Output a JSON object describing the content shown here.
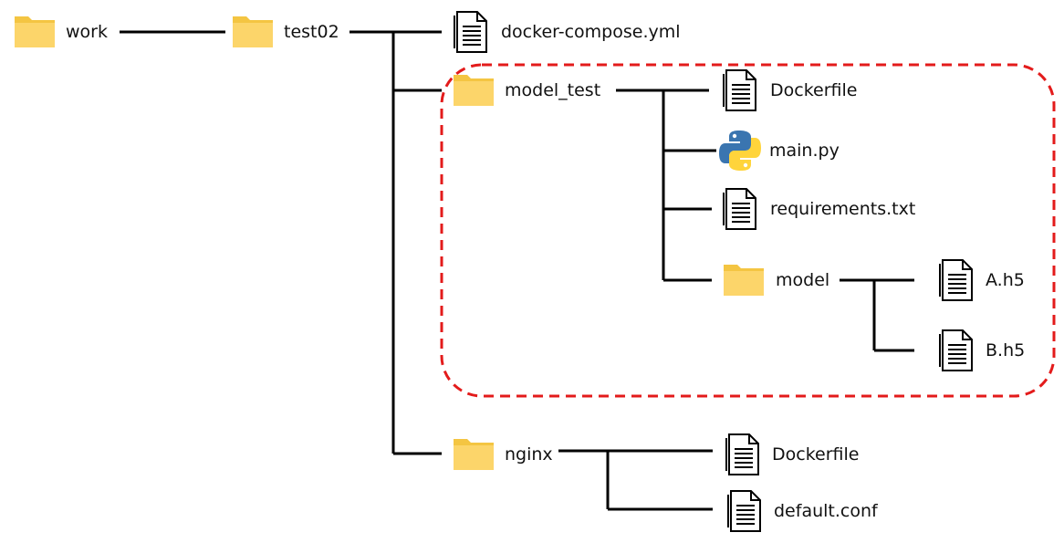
{
  "colors": {
    "line": "#000000",
    "highlight_border": "#e31b1b",
    "folder_back": "#f4c542",
    "folder_front": "#fcd56a",
    "python_blue": "#3a75b0",
    "python_yellow": "#ffd43b"
  },
  "tree": {
    "work": {
      "label": "work",
      "icon": "folder-icon"
    },
    "test02": {
      "label": "test02",
      "icon": "folder-icon"
    },
    "docker_compose": {
      "label": "docker-compose.yml",
      "icon": "file-icon"
    },
    "model_test": {
      "label": "model_test",
      "icon": "folder-icon"
    },
    "model_test_dockerfile": {
      "label": "Dockerfile",
      "icon": "file-icon"
    },
    "main_py": {
      "label": "main.py",
      "icon": "python-icon"
    },
    "requirements": {
      "label": "requirements.txt",
      "icon": "file-icon"
    },
    "model": {
      "label": "model",
      "icon": "folder-icon"
    },
    "a_h5": {
      "label": "A.h5",
      "icon": "file-icon"
    },
    "b_h5": {
      "label": "B.h5",
      "icon": "file-icon"
    },
    "nginx": {
      "label": "nginx",
      "icon": "folder-icon"
    },
    "nginx_dockerfile": {
      "label": "Dockerfile",
      "icon": "file-icon"
    },
    "default_conf": {
      "label": "default.conf",
      "icon": "file-icon"
    }
  }
}
